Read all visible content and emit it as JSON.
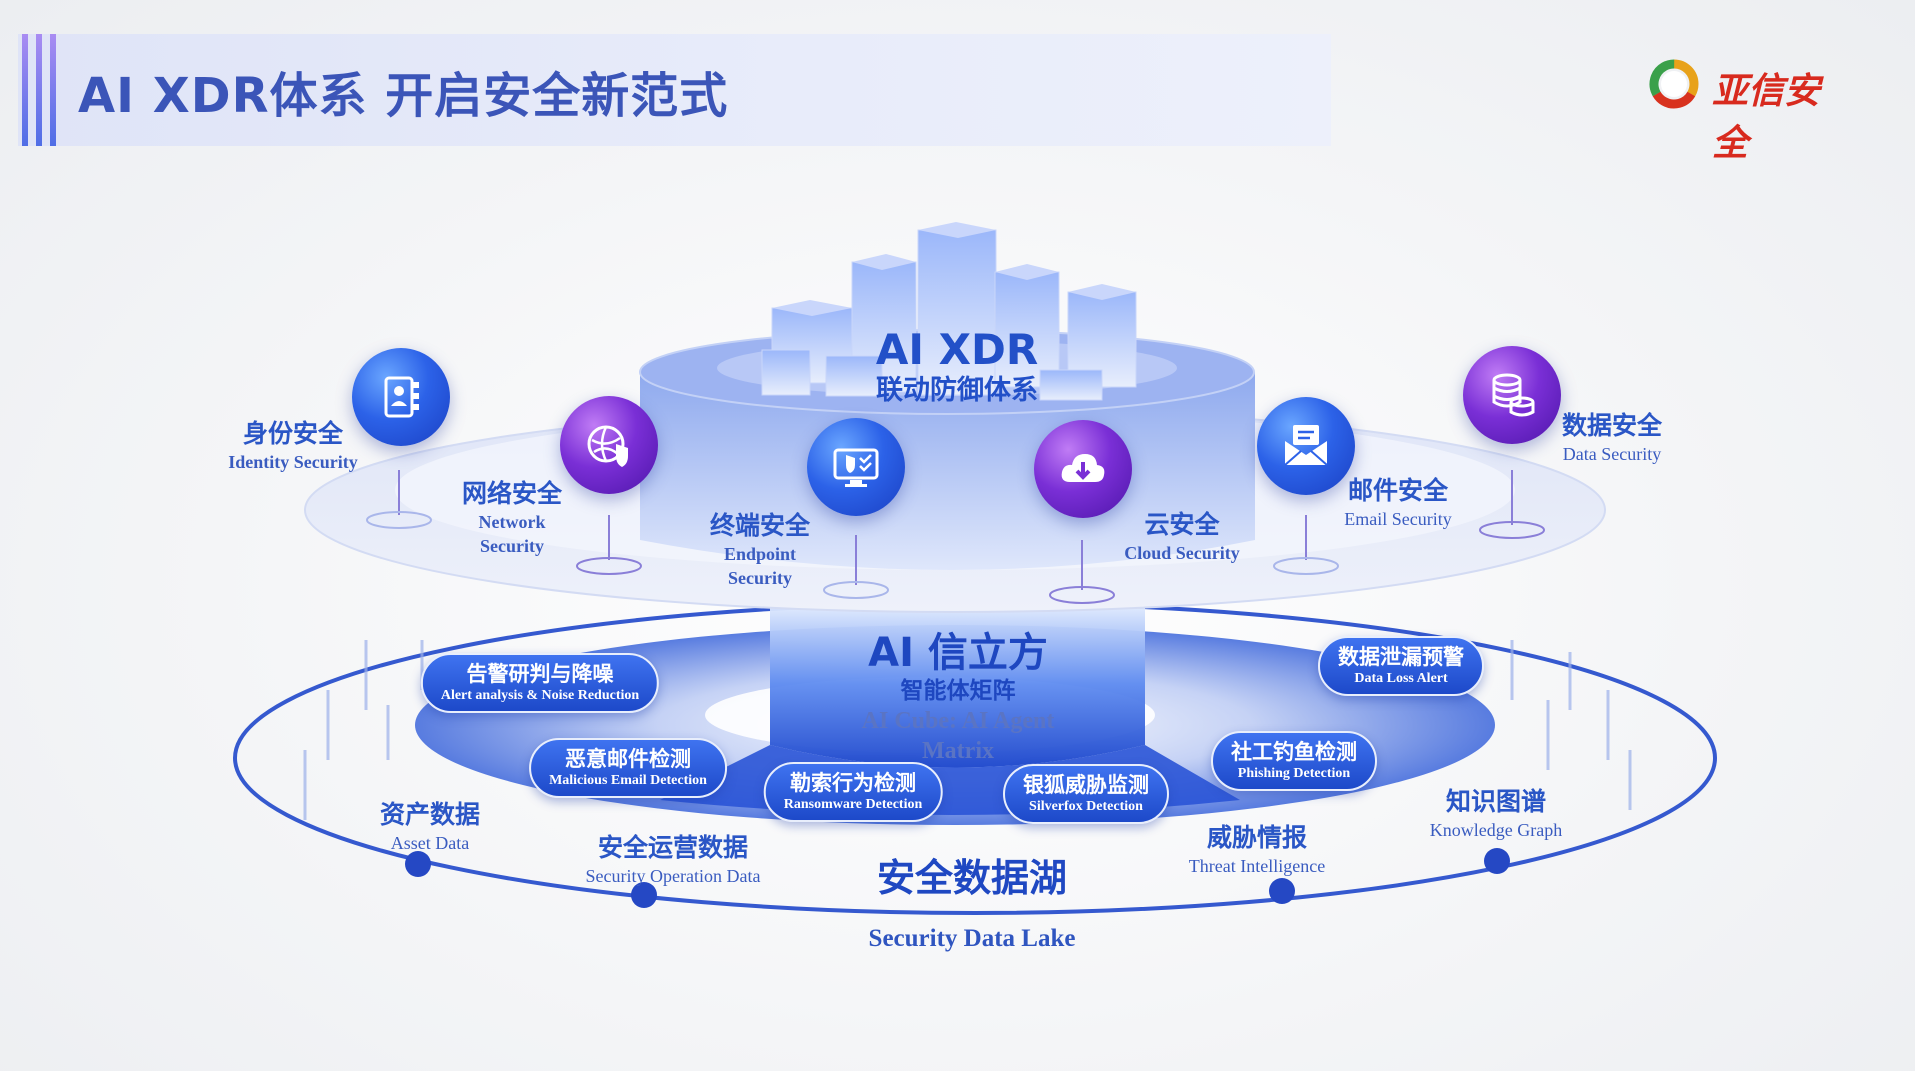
{
  "header": {
    "title": "AI XDR体系 开启安全新范式"
  },
  "logo": {
    "text": "亚信安全",
    "icon": "asiainfo-ring-logo"
  },
  "core": {
    "title": "AI XDR",
    "subtitle": "联动防御体系"
  },
  "cube": {
    "title": "AI 信立方",
    "subtitle": "智能体矩阵",
    "en": "AI Cube: AI Agent Matrix"
  },
  "lake": {
    "title": "安全数据湖",
    "en": "Security Data Lake"
  },
  "security_domains": [
    {
      "cn": "身份安全",
      "en": "Identity Security",
      "icon": "contact-book-icon",
      "color": "blue"
    },
    {
      "cn": "网络安全",
      "en": "Network Security",
      "icon": "globe-shield-icon",
      "color": "purple"
    },
    {
      "cn": "终端安全",
      "en": "Endpoint Security",
      "icon": "monitor-shield-icon",
      "color": "blue"
    },
    {
      "cn": "云安全",
      "en": "Cloud Security",
      "icon": "cloud-download-icon",
      "color": "purple"
    },
    {
      "cn": "邮件安全",
      "en": "Email Security",
      "icon": "envelope-icon",
      "color": "blue"
    },
    {
      "cn": "数据安全",
      "en": "Data Security",
      "icon": "database-icon",
      "color": "purple"
    }
  ],
  "agents": [
    {
      "cn": "告警研判与降噪",
      "en": "Alert analysis & Noise Reduction"
    },
    {
      "cn": "恶意邮件检测",
      "en": "Malicious Email Detection"
    },
    {
      "cn": "勒索行为检测",
      "en": "Ransomware Detection"
    },
    {
      "cn": "银狐威胁监测",
      "en": "Silverfox Detection"
    },
    {
      "cn": "社工钓鱼检测",
      "en": "Phishing Detection"
    },
    {
      "cn": "数据泄漏预警",
      "en": "Data Loss Alert"
    }
  ],
  "data_sources": [
    {
      "cn": "资产数据",
      "en": "Asset Data"
    },
    {
      "cn": "安全运营数据",
      "en": "Security Operation Data"
    },
    {
      "cn": "威胁情报",
      "en": "Threat Intelligence"
    },
    {
      "cn": "知识图谱",
      "en": "Knowledge Graph"
    }
  ],
  "colors": {
    "primary": "#2a56c6",
    "accent_purple": "#7a2fd6",
    "logo_red": "#d82a1e"
  }
}
